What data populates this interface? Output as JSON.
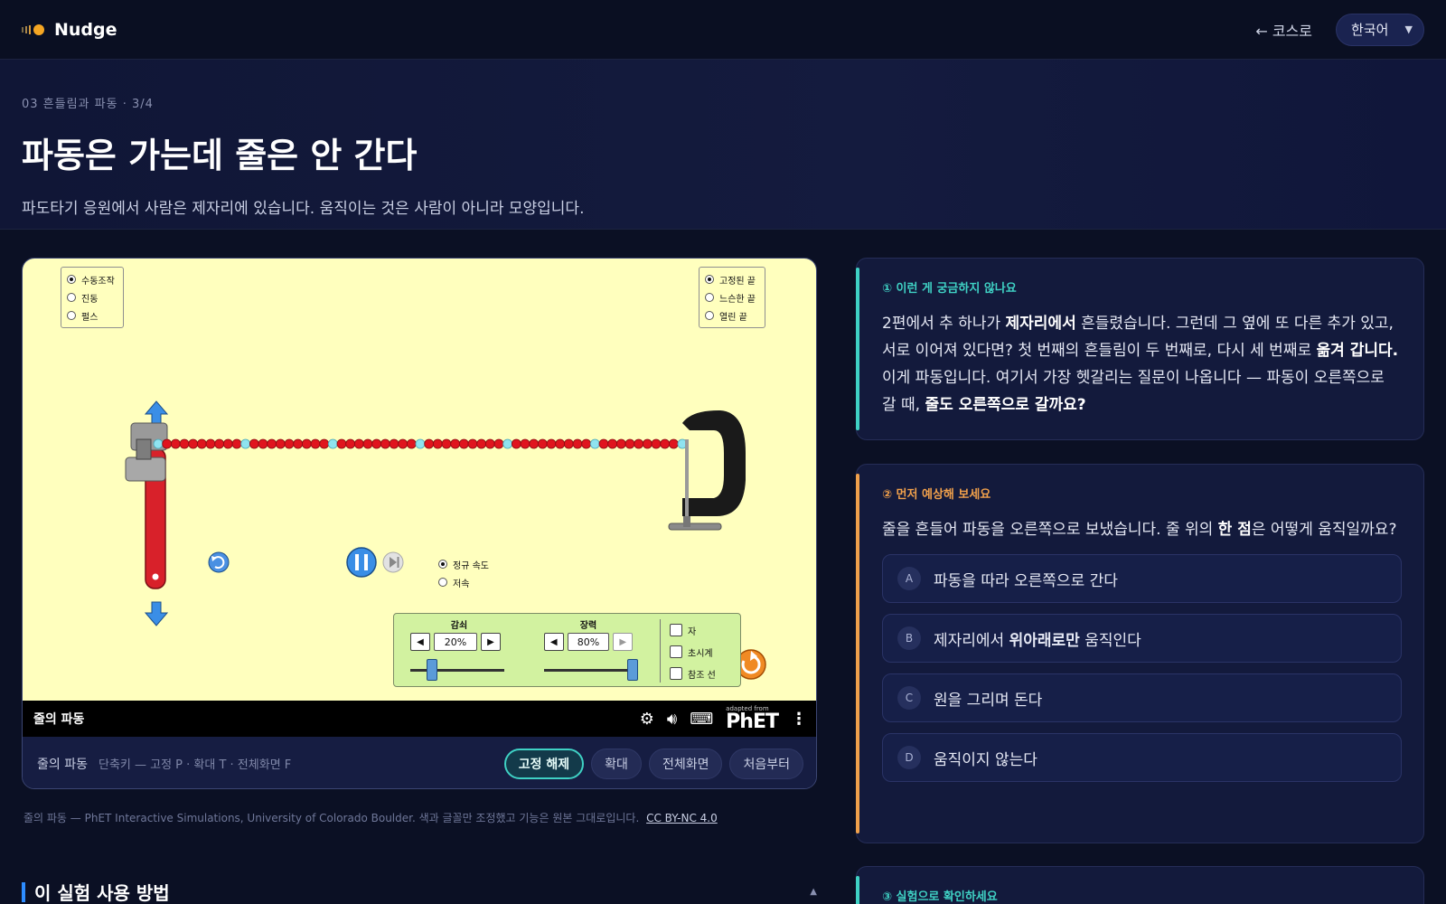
{
  "nav": {
    "logo_text": "Nudge",
    "back_label": "← 코스로",
    "language": "한국어"
  },
  "hero": {
    "breadcrumb": "03 흔들림과 파동 · 3/4",
    "title": "파동은 가는데 줄은 안 간다",
    "subtitle": "파도타기 응원에서 사람은 제자리에 있습니다. 움직이는 것은 사람이 아니라 모양입니다."
  },
  "sim": {
    "mode_options": [
      "수동조작",
      "진동",
      "펄스"
    ],
    "mode_selected": 0,
    "end_options": [
      "고정된 끝",
      "느슨한 끝",
      "열린 끝"
    ],
    "end_selected": 0,
    "speed_options": [
      "정규 속도",
      "저속"
    ],
    "speed_selected": 0,
    "damping_label": "감쇠",
    "damping_value": "20%",
    "damping_fraction": 0.2,
    "tension_label": "장력",
    "tension_value": "80%",
    "tension_fraction": 1.0,
    "checkboxes": [
      "자",
      "초시계",
      "참조 선"
    ],
    "title": "줄의 파동",
    "phet_small": "adapted from",
    "phet_big": "PhET"
  },
  "toolbar": {
    "sim_name": "줄의 파동",
    "shortcut_hint": "단축키 — 고정 P · 확대 T · 전체화면 F",
    "buttons": [
      "고정 해제",
      "확대",
      "전체화면",
      "처음부터"
    ]
  },
  "credit": {
    "text": "줄의 파동 — PhET Interactive Simulations, University of Colorado Boulder. 색과 글꼴만 조정했고 기능은 원본 그대로입니다.",
    "license": "CC BY-NC 4.0"
  },
  "howto": {
    "title": "이 실험 사용 방법"
  },
  "cards": {
    "wonder": {
      "label": "① 이런 게 궁금하지 않나요",
      "body_parts": [
        {
          "t": "2편에서 추 하나가 ",
          "b": false
        },
        {
          "t": "제자리에서",
          "b": true
        },
        {
          "t": " 흔들렸습니다. 그런데 그 옆에 또 다른 추가 있고, 서로 이어져 있다면? 첫 번째의 흔들림이 두 번째로, 다시 세 번째로 ",
          "b": false
        },
        {
          "t": "옮겨 갑니다.",
          "b": true
        },
        {
          "t": " 이게 파동입니다. 여기서 가장 헷갈리는 질문이 나옵니다 — 파동이 오른쪽으로 갈 때, ",
          "b": false
        },
        {
          "t": "줄도 오른쪽으로 갈까요?",
          "b": true
        }
      ]
    },
    "predict": {
      "label": "② 먼저 예상해 보세요",
      "body_parts": [
        {
          "t": "줄을 흔들어 파동을 오른쪽으로 보냈습니다. 줄 위의 ",
          "b": false
        },
        {
          "t": "한 점",
          "b": true
        },
        {
          "t": "은 어떻게 움직일까요?",
          "b": false
        }
      ],
      "choices": [
        {
          "letter": "A",
          "parts": [
            {
              "t": "파동을 따라 오른쪽으로 간다",
              "b": false
            }
          ]
        },
        {
          "letter": "B",
          "parts": [
            {
              "t": "제자리에서 ",
              "b": false
            },
            {
              "t": "위아래로만",
              "b": true
            },
            {
              "t": " 움직인다",
              "b": false
            }
          ]
        },
        {
          "letter": "C",
          "parts": [
            {
              "t": "원을 그리며 돈다",
              "b": false
            }
          ]
        },
        {
          "letter": "D",
          "parts": [
            {
              "t": "움직이지 않는다",
              "b": false
            }
          ]
        }
      ]
    },
    "verify": {
      "label": "③ 실험으로 확인하세요"
    }
  },
  "colors": {
    "accent_teal": "#3fd1c4",
    "accent_orange": "#f0a04b",
    "sim_background": "#ffffbe",
    "string_bead": "#e0141e",
    "string_bead_marker": "#8fe3f0",
    "wrench": "#d8212a",
    "clamp": "#1a1a1a"
  }
}
